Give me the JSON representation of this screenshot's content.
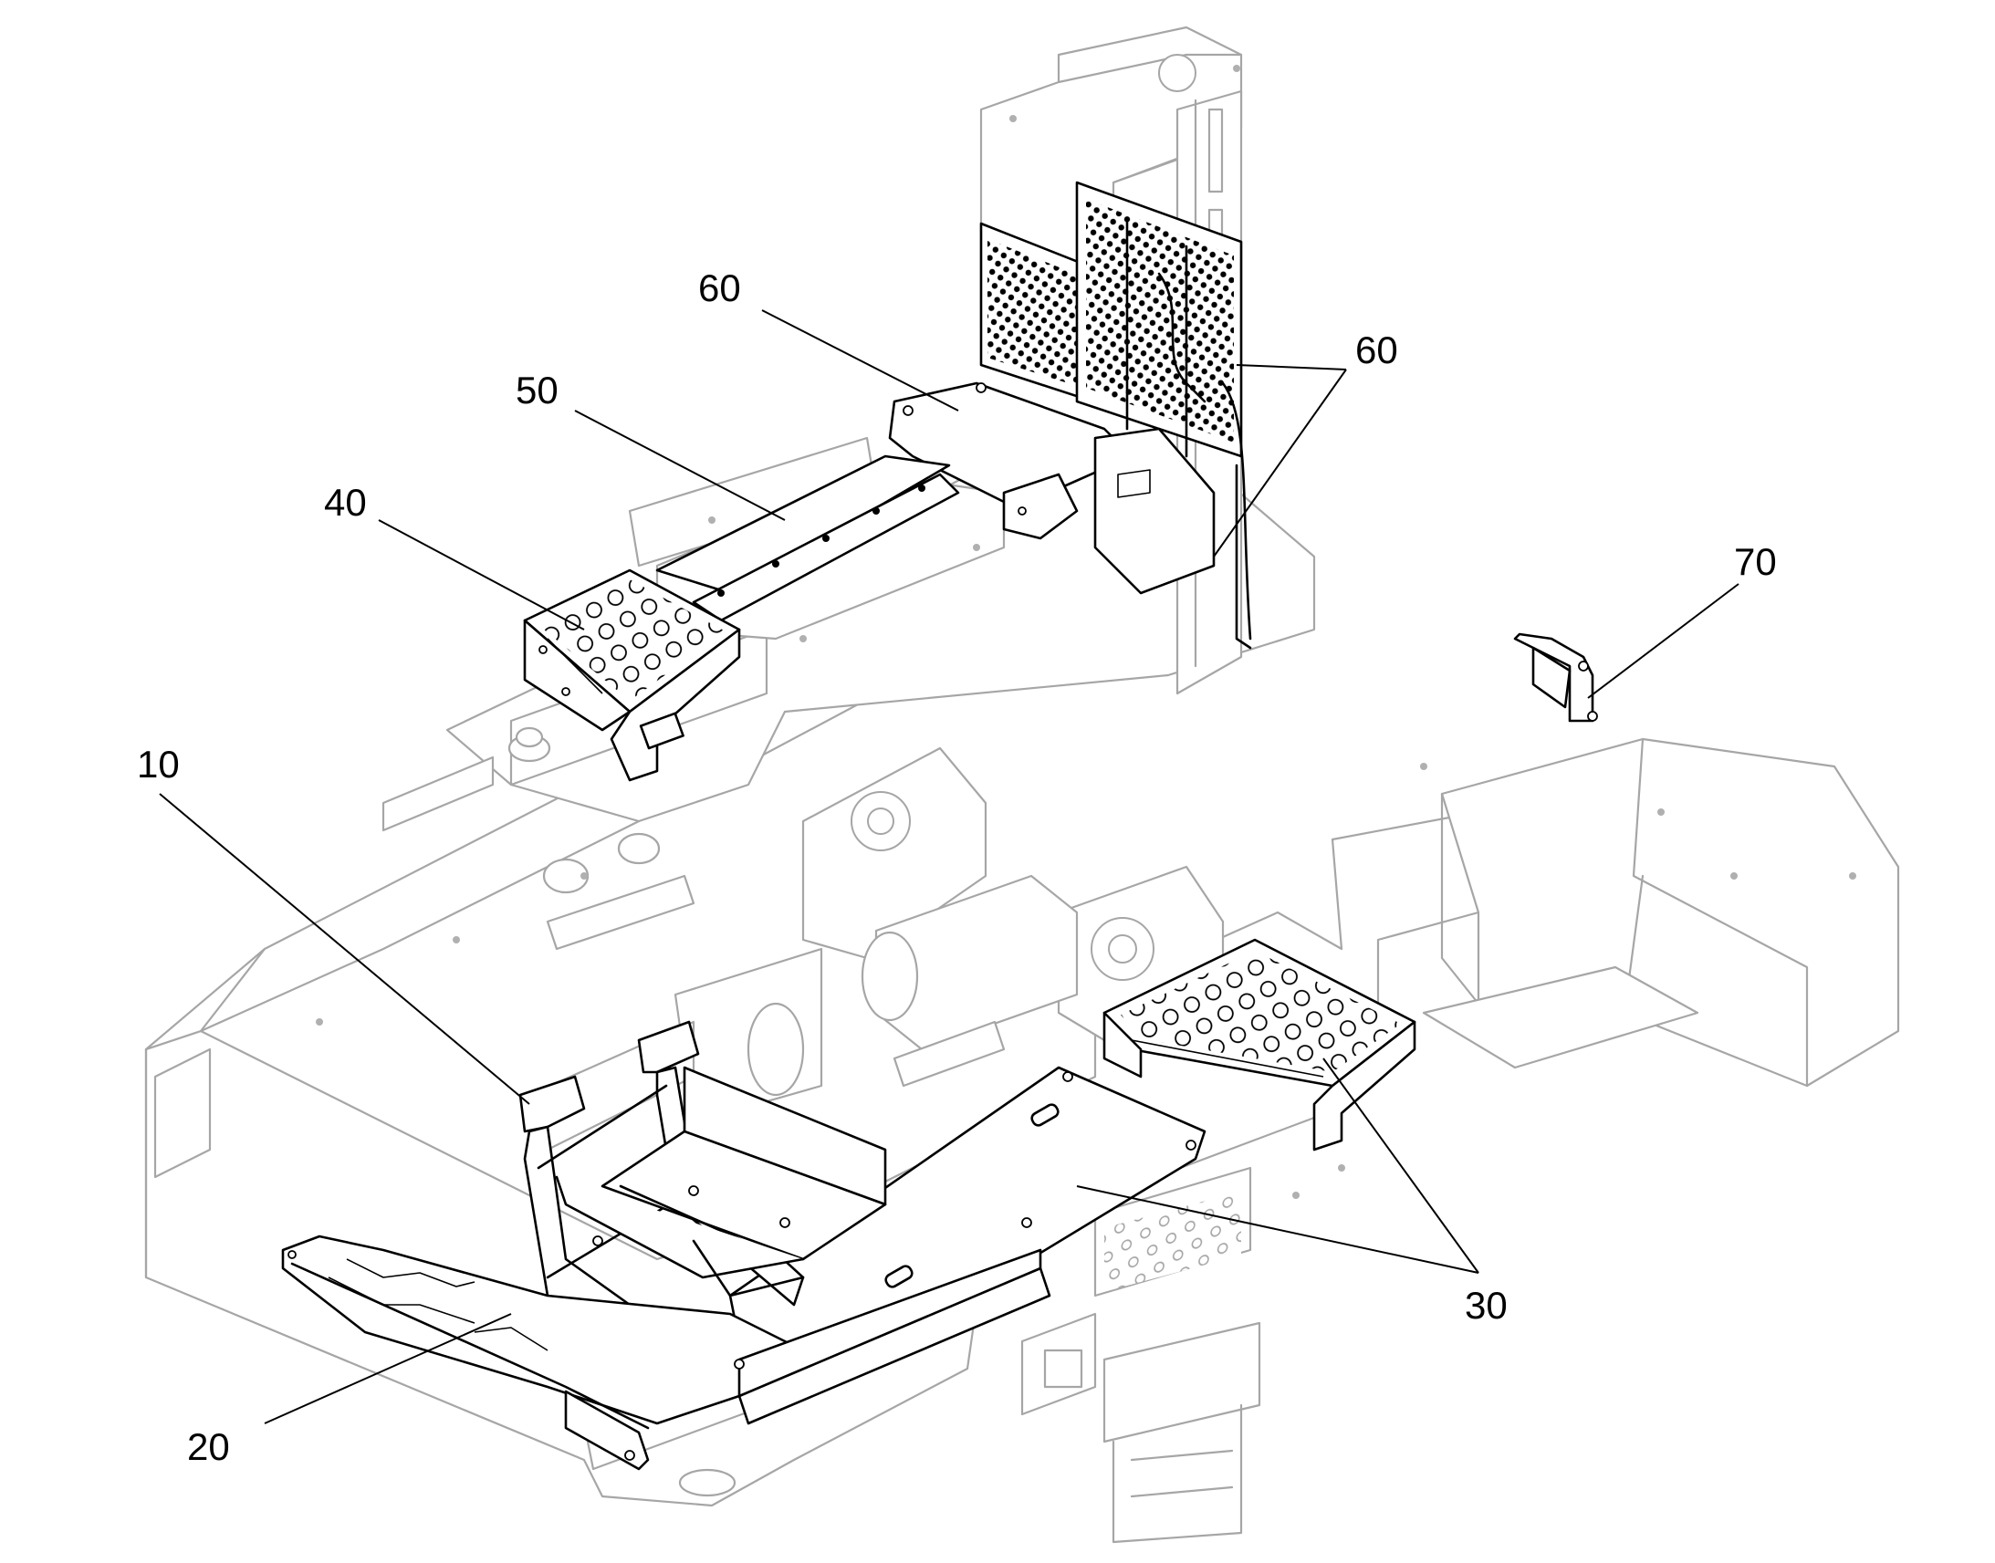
{
  "callouts": [
    {
      "id": "10",
      "label": "10"
    },
    {
      "id": "20",
      "label": "20"
    },
    {
      "id": "30",
      "label": "30"
    },
    {
      "id": "40",
      "label": "40"
    },
    {
      "id": "50",
      "label": "50"
    },
    {
      "id": "60a",
      "label": "60"
    },
    {
      "id": "60b",
      "label": "60"
    },
    {
      "id": "70",
      "label": "70"
    }
  ]
}
